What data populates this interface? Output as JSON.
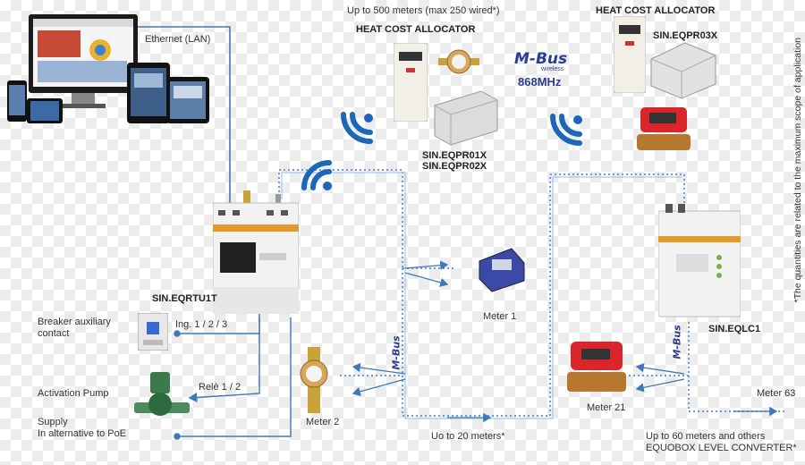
{
  "labels": {
    "ethernet": "Ethernet  (LAN)",
    "up_to_500": "Up to 500  meters  (max 250 wired*)",
    "heat_cost_left": "HEAT COST ALLOCATOR",
    "heat_cost_right": "HEAT COST ALLOCATOR",
    "eqpr03x": "SIN.EQPR03X",
    "eqpr01x": "SIN.EQPR01X",
    "eqpr02x": "SIN.EQPR02X",
    "mbus_logo": "M-Bus",
    "mbus_wireless": "wireless",
    "freq": "868MHz",
    "eqrtu1t": "SIN.EQRTU1T",
    "eqlc1": "SIN.EQLC1",
    "breaker": "Breaker auxiliary\ncontact",
    "ing": "Ing. 1 / 2 / 3",
    "activation_pump": "Activation Pump",
    "rele": "Relè 1 / 2",
    "supply": "Supply\nIn alternative to PoE",
    "meter1": "Meter 1",
    "meter2": "Meter 2",
    "meter21": "Meter 21",
    "meter63": "Meter 63",
    "uo_to_20": "Uo to 20 meters*",
    "up_to_60": "Up to 60 meters and others",
    "equobox": "EQUOBOX LEVEL  CONVERTER*",
    "mbus_v1": "M-Bus",
    "mbus_v2": "M-Bus",
    "side_note": "*The quantities are related to the maximum scope of application"
  },
  "colors": {
    "link_blue": "#3f78b8",
    "wifi_blue": "#1e67b8",
    "mbus_dark": "#2a3f8f",
    "meter_red": "#d8262b",
    "device_orange": "#e39a2b"
  },
  "icons": [
    "wifi-icon",
    "monitor-icon",
    "tablet-icon",
    "phone-icon",
    "meter-icon",
    "pump-icon",
    "breaker-icon",
    "wall-sensor-icon",
    "heat-allocator-icon",
    "din-gateway-icon",
    "level-converter-icon"
  ]
}
